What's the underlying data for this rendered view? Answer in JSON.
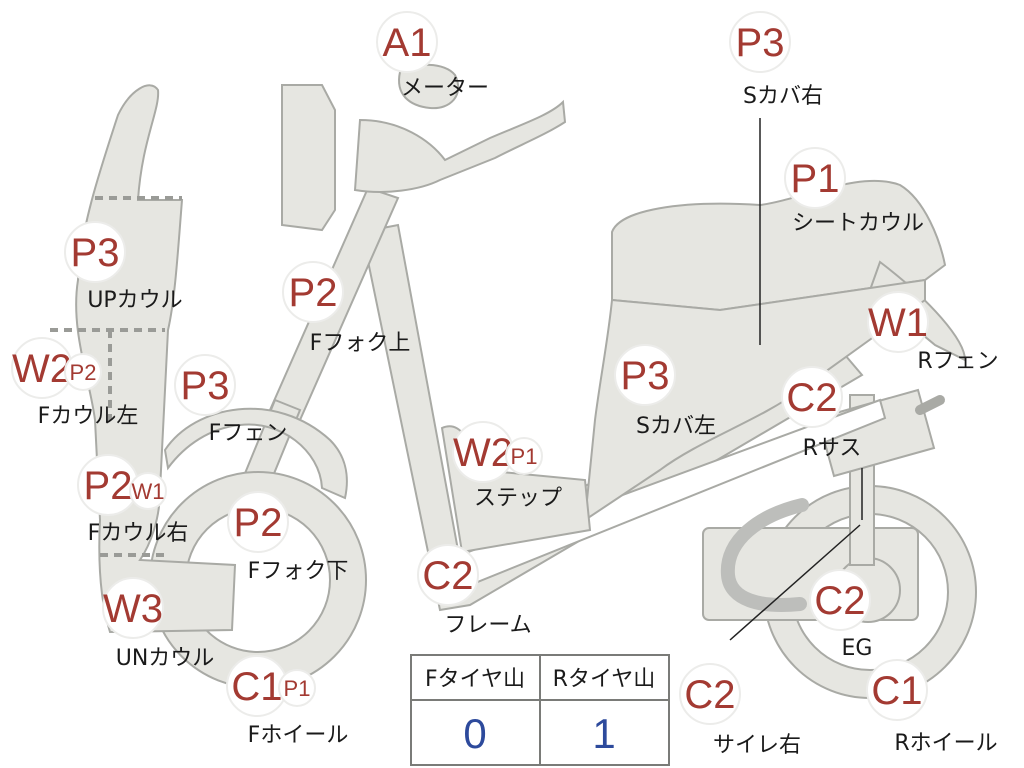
{
  "colors": {
    "part_fill": "#e6e6e1",
    "part_stroke": "#a9aaa5",
    "code_color": "#a33a32",
    "value_color": "#2d4a9c"
  },
  "parts": [
    {
      "id": "meter",
      "code": "A1",
      "label": "メーター"
    },
    {
      "id": "s-cover-right",
      "code": "P3",
      "label": "Sカバ右"
    },
    {
      "id": "seat-cowl",
      "code": "P1",
      "label": "シートカウル"
    },
    {
      "id": "up-cowl",
      "code": "P3",
      "label": "UPカウル"
    },
    {
      "id": "f-fork-upper",
      "code": "P2",
      "label": "Fフォク上"
    },
    {
      "id": "r-fender",
      "code": "W1",
      "label": "Rフェン"
    },
    {
      "id": "f-cowl-left",
      "code": "W2",
      "sub": "P2",
      "label": "Fカウル左"
    },
    {
      "id": "f-fender",
      "code": "P3",
      "label": "Fフェン"
    },
    {
      "id": "s-cover-left",
      "code": "P3",
      "label": "Sカバ左"
    },
    {
      "id": "r-suspension",
      "code": "C2",
      "label": "Rサス"
    },
    {
      "id": "step",
      "code": "W2",
      "sub": "P1",
      "label": "ステップ"
    },
    {
      "id": "f-cowl-right",
      "code": "P2",
      "sub": "W1",
      "label": "Fカウル右"
    },
    {
      "id": "f-fork-lower",
      "code": "P2",
      "label": "Fフォク下"
    },
    {
      "id": "frame",
      "code": "C2",
      "label": "フレーム"
    },
    {
      "id": "un-cowl",
      "code": "W3",
      "label": "UNカウル"
    },
    {
      "id": "engine",
      "code": "C2",
      "label": "EG"
    },
    {
      "id": "f-wheel",
      "code": "C1",
      "sub": "P1",
      "label": "Fホイール"
    },
    {
      "id": "muffler-right",
      "code": "C2",
      "label": "サイレ右"
    },
    {
      "id": "r-wheel",
      "code": "C1",
      "label": "Rホイール"
    }
  ],
  "tire_table": {
    "headers": [
      "Fタイヤ山",
      "Rタイヤ山"
    ],
    "values": [
      "0",
      "1"
    ]
  }
}
